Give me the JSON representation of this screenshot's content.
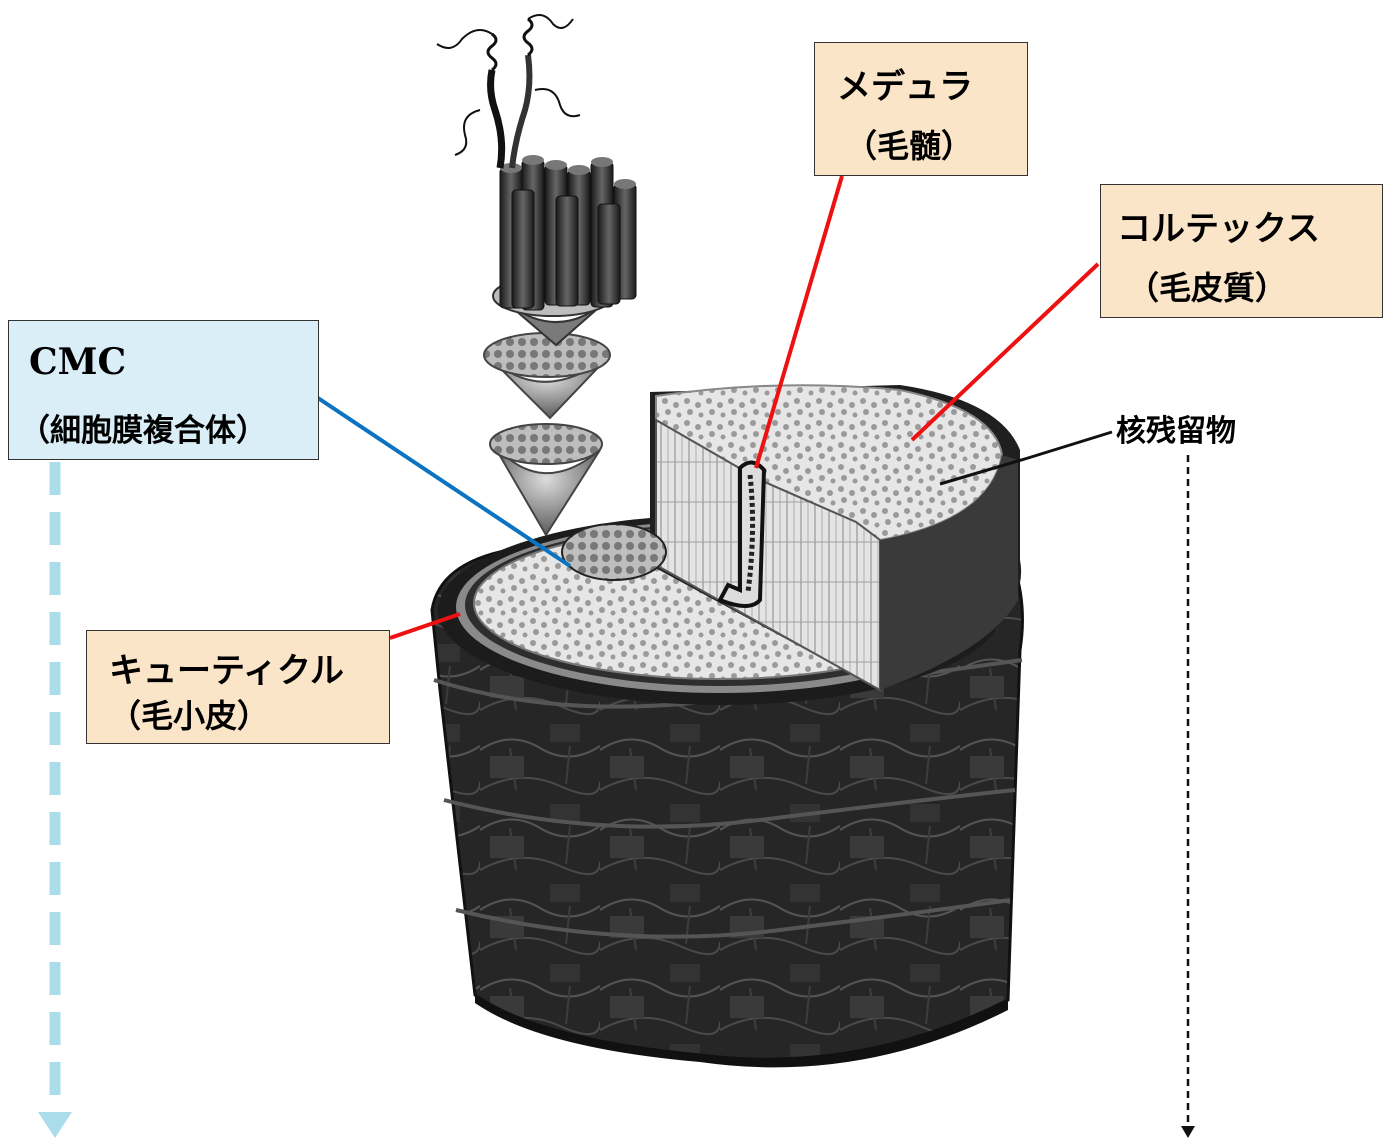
{
  "colors": {
    "cream_box": "#fbe5c8",
    "blue_box": "#d9eef6",
    "red_line": "#ee1111",
    "blue_line": "#0b73c2",
    "dash_blue": "#abdcea",
    "dark_hair": "#2b2b2b"
  },
  "labels": {
    "medulla": {
      "name": "メデュラ",
      "sub": "（毛髄）"
    },
    "cortex": {
      "name": "コルテックス",
      "sub": "（毛皮質）"
    },
    "cmc": {
      "name": "CMC",
      "sub": "（細胞膜複合体）"
    },
    "cuticle": {
      "name": "キューティクル",
      "sub": "（毛小皮）"
    },
    "nuclear_remnant": "核残留物"
  }
}
